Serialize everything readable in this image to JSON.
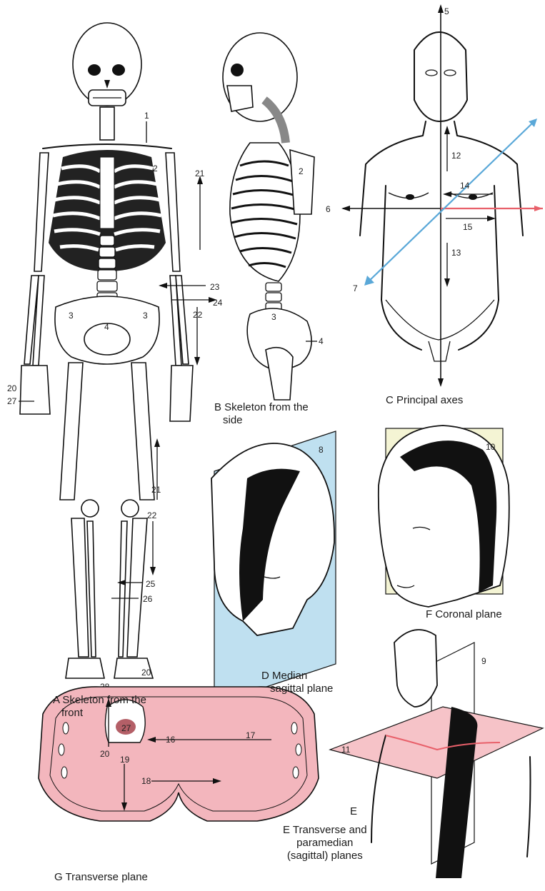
{
  "captions": {
    "a_line1": "A Skeleton from the",
    "a_line2": "front",
    "b_line1": "B Skeleton from the",
    "b_line2": "side",
    "c": "C Principal axes",
    "d_line1": "D Median",
    "d_line2": "sagittal plane",
    "e_letter": "E",
    "e_line1": "E Transverse and",
    "e_line2": "paramedian",
    "e_line3": "(sagittal) planes",
    "f": "F  Coronal plane",
    "g": "G Transverse plane"
  },
  "labels": {
    "n1": "1",
    "n2": "2",
    "n3": "3",
    "n4": "4",
    "n5": "5",
    "n6": "6",
    "n7": "7",
    "n8": "8",
    "n9": "9",
    "n10": "10",
    "n11": "11",
    "n12": "12",
    "n13": "13",
    "n14": "14",
    "n15": "15",
    "n16": "16",
    "n17": "17",
    "n18": "18",
    "n19": "19",
    "n20": "20",
    "n21": "21",
    "n22": "22",
    "n23": "23",
    "n24": "24",
    "n25": "25",
    "n26": "26",
    "n27": "27",
    "n28": "28"
  },
  "colors": {
    "median_plane": "#bfe0f0",
    "coronal_plane": "#f4f4d4",
    "transverse_plane": "#f6c3c8",
    "axis_red": "#e8606a",
    "axis_blue": "#5aa8d8",
    "section_fill": "#f3b6bd"
  }
}
